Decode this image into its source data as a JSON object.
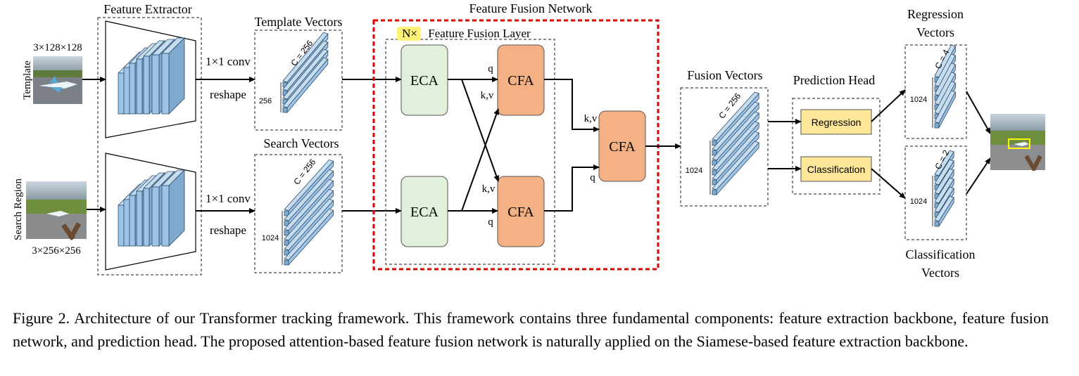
{
  "labels": {
    "feature_extractor": "Feature Extractor",
    "template_vectors": "Template Vectors",
    "search_vectors": "Search Vectors",
    "feature_fusion_network": "Feature Fusion Network",
    "nx": "N×",
    "feature_fusion_layer": "Feature Fusion Layer",
    "fusion_vectors": "Fusion Vectors",
    "prediction_head": "Prediction Head",
    "regression_vectors_1": "Regression",
    "regression_vectors_2": "Vectors",
    "classification_vectors_1": "Classification",
    "classification_vectors_2": "Vectors",
    "template_input": "Template",
    "template_size": "3×128×128",
    "search_input": "Search Region",
    "search_size": "3×256×256",
    "conv_top": "1×1 conv",
    "reshape_top": "reshape",
    "conv_bottom": "1×1 conv",
    "reshape_bottom": "reshape",
    "eca": "ECA",
    "cfa": "CFA",
    "q": "q",
    "kv": "k,v",
    "regression": "Regression",
    "classification": "Classification",
    "template_c": "C = 256",
    "template_n": "256",
    "search_c": "C = 256",
    "search_n": "1024",
    "fusion_c": "C = 256",
    "fusion_n": "1024",
    "reg_c": "C = 4",
    "reg_n": "1024",
    "cls_c": "C = 2",
    "cls_n": "1024"
  },
  "caption": "Figure 2. Architecture of our Transformer tracking framework. This framework contains three fundamental components: feature extraction backbone, feature fusion network, and prediction head. The proposed attention-based feature fusion network is naturally applied on the Siamese-based feature extraction backbone.",
  "colors": {
    "eca_fill": "#e2efda",
    "cfa_fill": "#f4b183",
    "head_fill": "#ffe699",
    "vector_fill": "#9dc3e6",
    "vector_stroke": "#2e4d6b",
    "fusion_border": "#e00000",
    "nx_highlight": "#fff27a",
    "bbox": "#ffff00"
  }
}
